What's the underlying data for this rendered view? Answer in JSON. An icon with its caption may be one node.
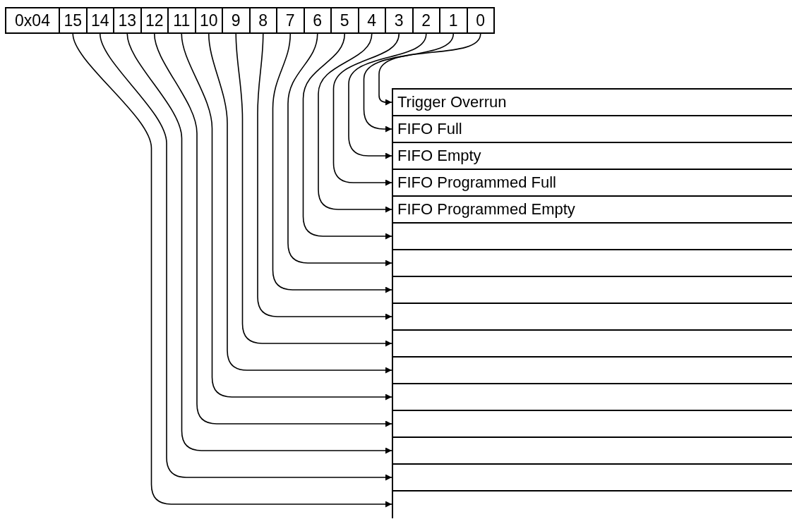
{
  "diagram": {
    "nodes": [
      {
        "text": [
          "0x04"
        ]
      },
      {
        "text": [
          "15"
        ]
      },
      {
        "text": [
          "14"
        ]
      },
      {
        "text": [
          "13"
        ]
      },
      {
        "text": [
          "12"
        ]
      },
      {
        "text": [
          "11"
        ]
      },
      {
        "text": [
          "10"
        ]
      },
      {
        "text": [
          "9"
        ]
      },
      {
        "text": [
          "8"
        ]
      },
      {
        "text": [
          "7"
        ]
      },
      {
        "text": [
          "6"
        ]
      },
      {
        "text": [
          "5"
        ]
      },
      {
        "text": [
          "4"
        ]
      },
      {
        "text": [
          "3"
        ]
      },
      {
        "text": [
          "2"
        ]
      },
      {
        "text": [
          "1"
        ]
      },
      {
        "text": [
          "0"
        ]
      },
      {
        "text": [
          "Trigger Overrun"
        ]
      },
      {
        "text": [
          "FIFO Full"
        ]
      },
      {
        "text": [
          "FIFO Empty"
        ]
      },
      {
        "text": [
          "FIFO Programmed Full"
        ]
      },
      {
        "text": [
          "FIFO Programmed Empty"
        ]
      },
      {
        "text": [],
        "shape": "box"
      },
      {
        "text": [],
        "shape": "box"
      },
      {
        "text": [],
        "shape": "box"
      },
      {
        "text": [],
        "shape": "box"
      },
      {
        "text": [],
        "shape": "box"
      },
      {
        "text": [],
        "shape": "box"
      },
      {
        "text": [],
        "shape": "box"
      },
      {
        "text": [],
        "shape": "box"
      },
      {
        "text": [],
        "shape": "box"
      },
      {
        "text": [],
        "shape": "box"
      },
      {
        "text": [],
        "shape": "box"
      }
    ],
    "edges": [
      {
        "from": 16,
        "to": 17,
        "arrow": "to"
      },
      {
        "from": 15,
        "to": 18,
        "arrow": "to"
      },
      {
        "from": 14,
        "to": 19,
        "arrow": "to"
      },
      {
        "from": 13,
        "to": 20,
        "arrow": "to"
      },
      {
        "from": 12,
        "to": 21,
        "arrow": "to"
      },
      {
        "from": 11,
        "to": 22,
        "arrow": "to"
      },
      {
        "from": 10,
        "to": 23,
        "arrow": "to"
      },
      {
        "from": 9,
        "to": 24,
        "arrow": "to"
      },
      {
        "from": 8,
        "to": 25,
        "arrow": "to"
      },
      {
        "from": 7,
        "to": 26,
        "arrow": "to"
      },
      {
        "from": 6,
        "to": 27,
        "arrow": "to"
      },
      {
        "from": 5,
        "to": 28,
        "arrow": "to"
      },
      {
        "from": 4,
        "to": 29,
        "arrow": "to"
      },
      {
        "from": 3,
        "to": 30,
        "arrow": "to"
      },
      {
        "from": 2,
        "to": 31,
        "arrow": "to"
      },
      {
        "from": 1,
        "to": 32,
        "arrow": "to"
      }
    ]
  }
}
